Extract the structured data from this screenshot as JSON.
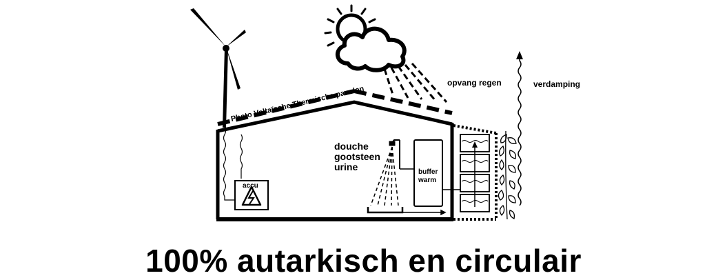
{
  "labels": {
    "panels": "Photo Voltaïsche Thermische panelen",
    "rain": "opvang regen",
    "evaporation": "verdamping",
    "fixtures_line1": "douche",
    "fixtures_line2": "gootsteen",
    "fixtures_line3": "urine",
    "buffer_line1": "buffer",
    "buffer_line2": "warm",
    "battery": "accu"
  },
  "title": "100% autarkisch en circulair",
  "icons": [
    "wind-turbine-icon",
    "sun-icon",
    "cloud-icon",
    "shower-icon",
    "lightning-icon",
    "plant-icon"
  ],
  "colors": {
    "line": "#000000",
    "background": "#ffffff"
  }
}
